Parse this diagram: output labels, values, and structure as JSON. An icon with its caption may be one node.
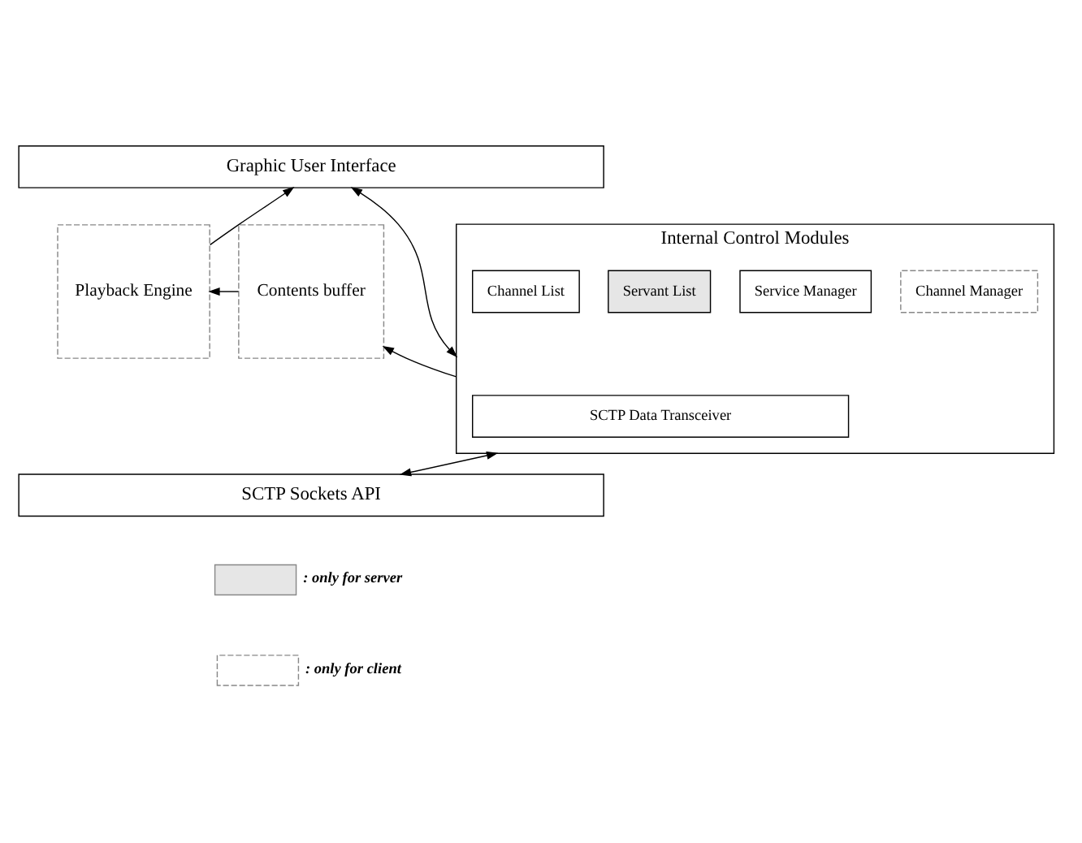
{
  "diagram": {
    "nodes": [
      {
        "text": [
          "Graphic User Interface"
        ]
      },
      {
        "text": [
          "Playback Engine"
        ]
      },
      {
        "text": [
          "Contents buffer"
        ]
      },
      {
        "text": [
          "Internal Control Modules"
        ]
      },
      {
        "text": [
          "Channel Manager"
        ],
        "in": 3
      },
      {
        "text": [
          "Service Manager"
        ],
        "in": 3
      },
      {
        "text": [
          "Servant List"
        ],
        "in": 3
      },
      {
        "text": [
          "Channel List"
        ],
        "in": 3
      },
      {
        "text": [
          "SCTP Data Transceiver"
        ],
        "in": 3
      },
      {
        "text": [
          "SCTP Sockets API"
        ]
      }
    ],
    "edges": [
      {
        "from": 1,
        "to": 0,
        "arrow": "to"
      },
      {
        "from": 0,
        "to": 3,
        "arrow": "both"
      },
      {
        "from": 2,
        "to": 1,
        "arrow": "to"
      },
      {
        "from": 3,
        "to": 2,
        "arrow": "to"
      },
      {
        "from": 3,
        "to": 9,
        "arrow": "both"
      }
    ],
    "legend": [
      {
        "text": ": only for server",
        "color": "#e6e6e6"
      },
      {
        "text": ": only for client"
      }
    ]
  }
}
